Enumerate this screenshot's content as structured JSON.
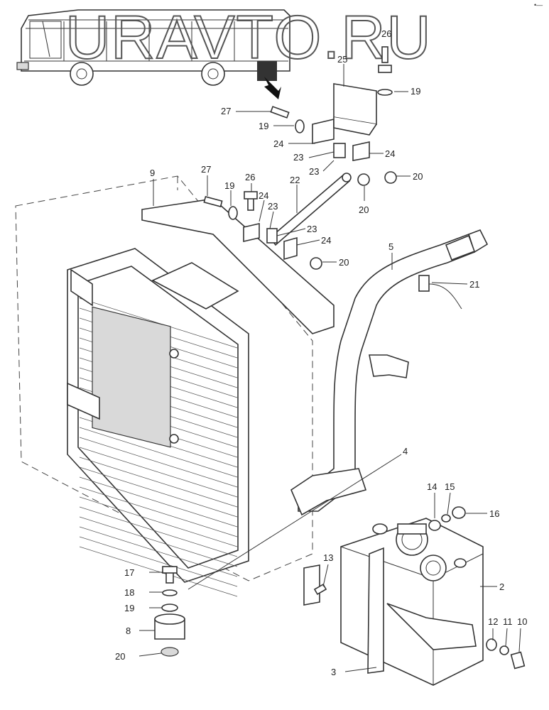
{
  "watermark": "URAVTO.RU",
  "corner_mark": "•—",
  "callouts": [
    {
      "id": "c26a",
      "text": "26"
    },
    {
      "id": "c25",
      "text": "25"
    },
    {
      "id": "c19a",
      "text": "19"
    },
    {
      "id": "c27a",
      "text": "27"
    },
    {
      "id": "c19b",
      "text": "19"
    },
    {
      "id": "c24a",
      "text": "24"
    },
    {
      "id": "c24b",
      "text": "24"
    },
    {
      "id": "c23a",
      "text": "23"
    },
    {
      "id": "c23b",
      "text": "23"
    },
    {
      "id": "c20a",
      "text": "20"
    },
    {
      "id": "c9",
      "text": "9"
    },
    {
      "id": "c27b",
      "text": "27"
    },
    {
      "id": "c26b",
      "text": "26"
    },
    {
      "id": "c19c",
      "text": "19"
    },
    {
      "id": "c24c",
      "text": "24"
    },
    {
      "id": "c22",
      "text": "22"
    },
    {
      "id": "c20b",
      "text": "20"
    },
    {
      "id": "c23c",
      "text": "23"
    },
    {
      "id": "c23d",
      "text": "23"
    },
    {
      "id": "c24d",
      "text": "24"
    },
    {
      "id": "c20c",
      "text": "20"
    },
    {
      "id": "c5",
      "text": "5"
    },
    {
      "id": "c21",
      "text": "21"
    },
    {
      "id": "c4",
      "text": "4"
    },
    {
      "id": "c14",
      "text": "14"
    },
    {
      "id": "c15",
      "text": "15"
    },
    {
      "id": "c16",
      "text": "16"
    },
    {
      "id": "c13",
      "text": "13"
    },
    {
      "id": "c2",
      "text": "2"
    },
    {
      "id": "c17",
      "text": "17"
    },
    {
      "id": "c18",
      "text": "18"
    },
    {
      "id": "c19d",
      "text": "19"
    },
    {
      "id": "c8",
      "text": "8"
    },
    {
      "id": "c20d",
      "text": "20"
    },
    {
      "id": "c12",
      "text": "12"
    },
    {
      "id": "c11",
      "text": "11"
    },
    {
      "id": "c10",
      "text": "10"
    },
    {
      "id": "c3",
      "text": "3"
    }
  ]
}
